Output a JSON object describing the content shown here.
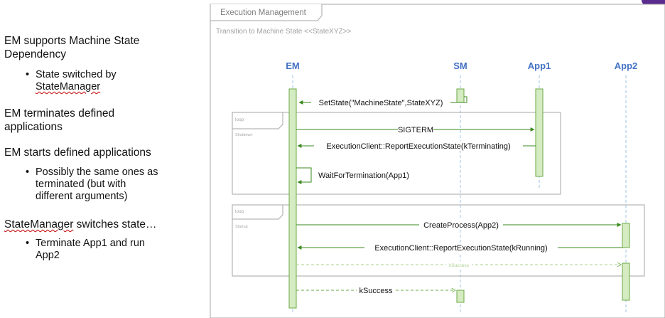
{
  "left_panel": {
    "p1_line1": "EM supports Machine State",
    "p1_line2": "Dependency",
    "p1_b1_line1": "State switched by",
    "p1_b1_line2": "StateManager",
    "p2_line1": "EM terminates defined",
    "p2_line2": "applications",
    "p3_line1": "EM starts defined applications",
    "p3_b1_line1": "Possibly the same ones as",
    "p3_b1_line2": "terminated (but with",
    "p3_b1_line3": "different arguments)",
    "p4_line1": "StateManager",
    "p4_line1_rest": " switches state…",
    "p4_b1_line1": "Terminate App1 and run",
    "p4_b1_line2": "App2",
    "bullet": "•"
  },
  "diagram": {
    "frame_title": "Execution Management",
    "subtitle": "Transition to Machine State <<StateXYZ>>",
    "lifelines": {
      "em": "EM",
      "sm": "SM",
      "app1": "App1",
      "app2": "App2"
    },
    "messages": {
      "set_state": "SetState(\"MachineState\",StateXYZ)",
      "sigterm": "SIGTERM",
      "report_terminating": "ExecutionClient::ReportExecutionState(kTerminating)",
      "wait": "WaitForTermination(App1)",
      "create_process": "CreateProcess(App2)",
      "report_running": "ExecutionClient::ReportExecutionState(kRunning)",
      "ksuccess_small": "kSuccess",
      "ksuccess": "kSuccess"
    },
    "fragments": {
      "loop1_kw": "loop",
      "loop1_guard": "Shutdown",
      "loop2_kw": "loop",
      "loop2_guard": "Startup"
    },
    "colors": {
      "lifeline_header": "#4472c4",
      "message_line": "#3a8a1c",
      "activation_fill": "#d5ebc2",
      "activation_stroke": "#6aaa45",
      "frame_border": "#a6a6a6",
      "caption_text": "#7f7f7f"
    }
  }
}
